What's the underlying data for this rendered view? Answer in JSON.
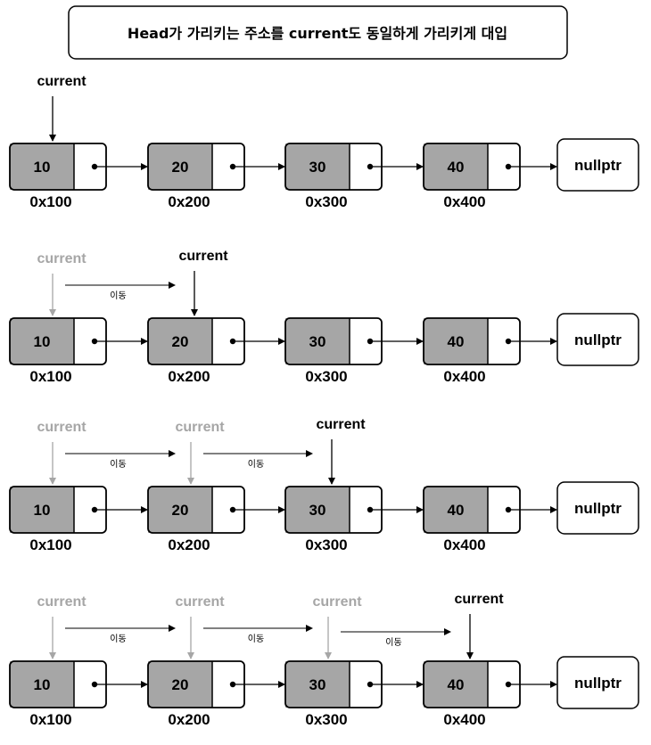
{
  "title": "Head가 가리키는 주소를 current도 동일하게 가리키게 대입",
  "nodes": [
    {
      "value": "10",
      "address": "0x100"
    },
    {
      "value": "20",
      "address": "0x200"
    },
    {
      "value": "30",
      "address": "0x300"
    },
    {
      "value": "40",
      "address": "0x400"
    }
  ],
  "null_label": "nullptr",
  "pointer_label": "current",
  "move_label": "이동",
  "colors": {
    "node_fill": "#a6a6a6",
    "active_pointer": "#000000",
    "previous_pointer": "#a6a6a6"
  },
  "steps": [
    {
      "current_index": 0
    },
    {
      "current_index": 1
    },
    {
      "current_index": 2
    },
    {
      "current_index": 3
    }
  ]
}
